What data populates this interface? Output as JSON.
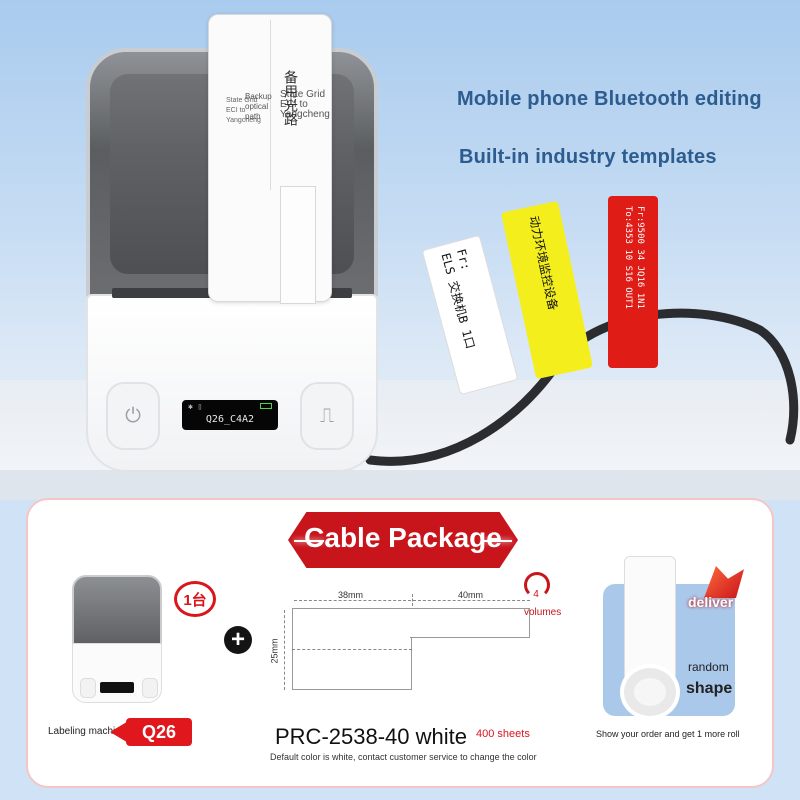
{
  "hero": {
    "tagline_1": "Mobile phone Bluetooth editing",
    "tagline_2": "Built-in industry templates"
  },
  "printer": {
    "display_name": "Q26_C4A2",
    "display_top": "✱  ▯",
    "power_icon": "power-icon",
    "feed_icon": "feed-icon"
  },
  "tape_text": {
    "col1": [
      "State Grid",
      "ECI to",
      "Yangcheng"
    ],
    "col2": [
      "Backup",
      "optical",
      "path"
    ],
    "col3": [
      "State Grid",
      "ECI to",
      "Yangcheng"
    ],
    "chinese": "备用光路"
  },
  "cable_tags": {
    "white": [
      "Fr:",
      "ELS 交换机B 1口"
    ],
    "yellow": [
      "动力环境监控设备"
    ],
    "red": [
      "Fr:9500 34 JQ16 1N1",
      "To:4353 10 S16 OUT1"
    ]
  },
  "package": {
    "title": "Cable Package",
    "quantity_badge": "1台",
    "plus": "+",
    "machine_label": "Labeling machines",
    "model": "Q26",
    "dim_width_1": "38mm",
    "dim_width_2": "40mm",
    "dim_height": "25mm",
    "volumes_count": "4",
    "volumes_word": "volumes",
    "product_name": "PRC-2538-40 white",
    "sheets": "400 sheets",
    "default_note": "Default color is white, contact customer service to change the color",
    "deliver": "deliver",
    "random": "random",
    "shape": "shape",
    "bonus_note": "Show your order and get 1 more roll"
  },
  "colors": {
    "brand_red": "#c8141b",
    "tagline_blue": "#2d5c8f",
    "tag_yellow": "#f4ef1c",
    "tag_red": "#e01c17"
  }
}
